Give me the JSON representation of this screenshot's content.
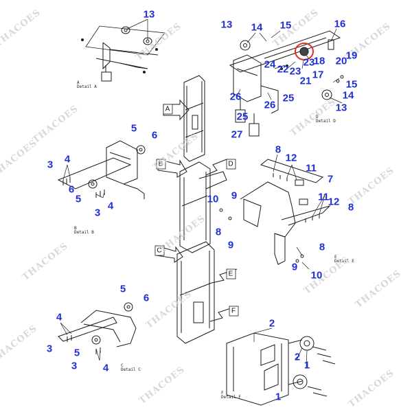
{
  "watermark": "THACOES",
  "highlight_color": "#e0301e",
  "callout_color": "#1f2fd6",
  "details": [
    {
      "letter": "A",
      "caption": "Detail A"
    },
    {
      "letter": "B",
      "caption": "Detail B"
    },
    {
      "letter": "C",
      "caption": "Detail C"
    },
    {
      "letter": "D",
      "caption": "Detail D"
    },
    {
      "letter": "E",
      "caption": "Detail E"
    },
    {
      "letter": "F",
      "caption": "Detail F"
    }
  ],
  "view_markers": [
    "A",
    "B",
    "C",
    "D",
    "E",
    "F"
  ],
  "callouts": {
    "a_13": "13",
    "d_13a": "13",
    "d_14a": "14",
    "d_15a": "15",
    "d_16": "16",
    "d_19": "19",
    "d_20": "20",
    "d_18": "18",
    "d_23a": "23",
    "d_24": "24",
    "d_22": "22",
    "d_23b": "23",
    "d_17": "17",
    "d_21": "21",
    "d_15b": "15",
    "d_14b": "14",
    "d_13b": "13",
    "d_26a": "26",
    "d_26b": "26",
    "d_25a": "25",
    "d_25b": "25",
    "d_27": "27",
    "b_5a": "5",
    "b_6a": "6",
    "b_3a": "3",
    "b_4a": "4",
    "b_6b": "6",
    "b_5b": "5",
    "b_4b": "4",
    "b_3b": "3",
    "e_8a": "8",
    "e_12a": "12",
    "e_11a": "11",
    "e_7": "7",
    "e_11b": "11",
    "e_12b": "12",
    "e_8b": "8",
    "e_9a": "9",
    "e_10a": "10",
    "e_8c": "8",
    "e_9b": "9",
    "e_8d": "8",
    "e_9c": "9",
    "e_10b": "10",
    "c_5": "5",
    "c_6": "6",
    "c_4": "4",
    "c_3a": "3",
    "c_5b": "5",
    "c_3b": "3",
    "c_4b": "4",
    "f_2a": "2",
    "f_2b": "2",
    "f_1a": "1",
    "f_1b": "1"
  }
}
